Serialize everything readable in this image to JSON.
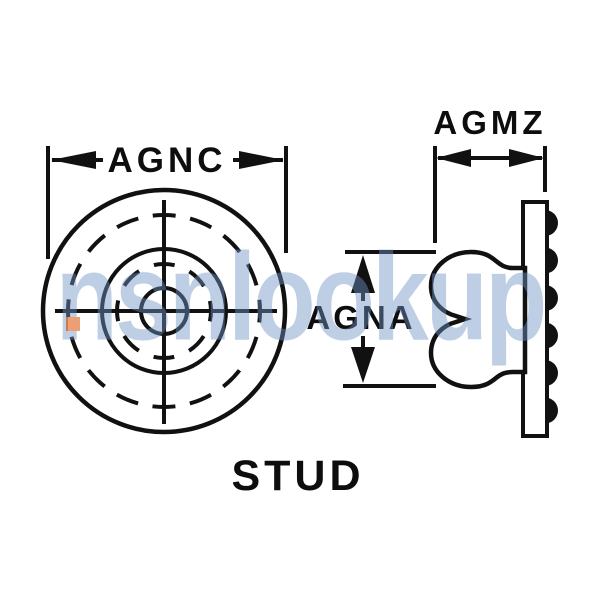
{
  "diagram": {
    "part_label": "STUD",
    "watermark_text": "nsnlookup",
    "dimensions": {
      "front_diameter_label": "AGNC",
      "side_width_label": "AGMZ",
      "side_height_label": "AGNA"
    },
    "views": {
      "front_view": "circular face with concentric solid and dashed circles and centerlines",
      "side_view": "two-lobed stud profile mounted on plate with six bumps"
    },
    "colors": {
      "line": "#111111",
      "background": "#ffffff",
      "watermark_blue": "#6f93c4",
      "marker_orange": "#ec9f73"
    }
  }
}
